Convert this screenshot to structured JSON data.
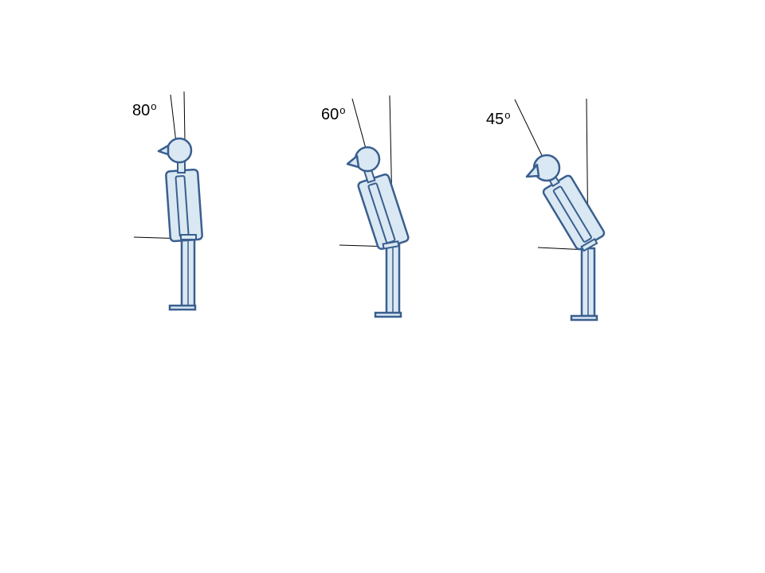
{
  "figures": [
    {
      "id": "figure-80",
      "angle_value": "80",
      "angle_unit": "o"
    },
    {
      "id": "figure-60",
      "angle_value": "60",
      "angle_unit": "o"
    },
    {
      "id": "figure-45",
      "angle_value": "45",
      "angle_unit": "o"
    }
  ],
  "colors": {
    "body_fill": "#dae8f3",
    "outline": "#3a5f8f",
    "reference_line": "#000000",
    "background": "#ffffff"
  }
}
